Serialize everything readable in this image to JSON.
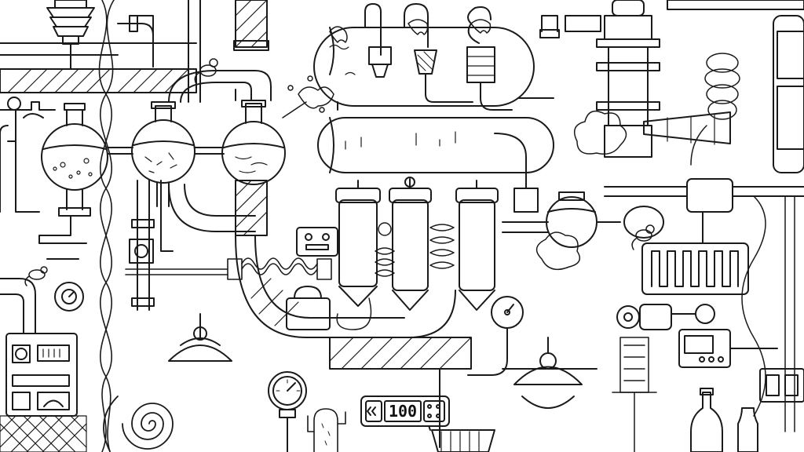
{
  "game": {
    "counter_value": "100"
  },
  "colors": {
    "background": "#ffffff",
    "ink": "#1a1a1a"
  },
  "icons": {
    "counter": "digital-counter",
    "gauges": [
      "pressure-gauge",
      "dial-gauge",
      "clock-gauge"
    ],
    "flasks": [
      "round-flask"
    ],
    "rats": [
      "rat-icon"
    ]
  }
}
